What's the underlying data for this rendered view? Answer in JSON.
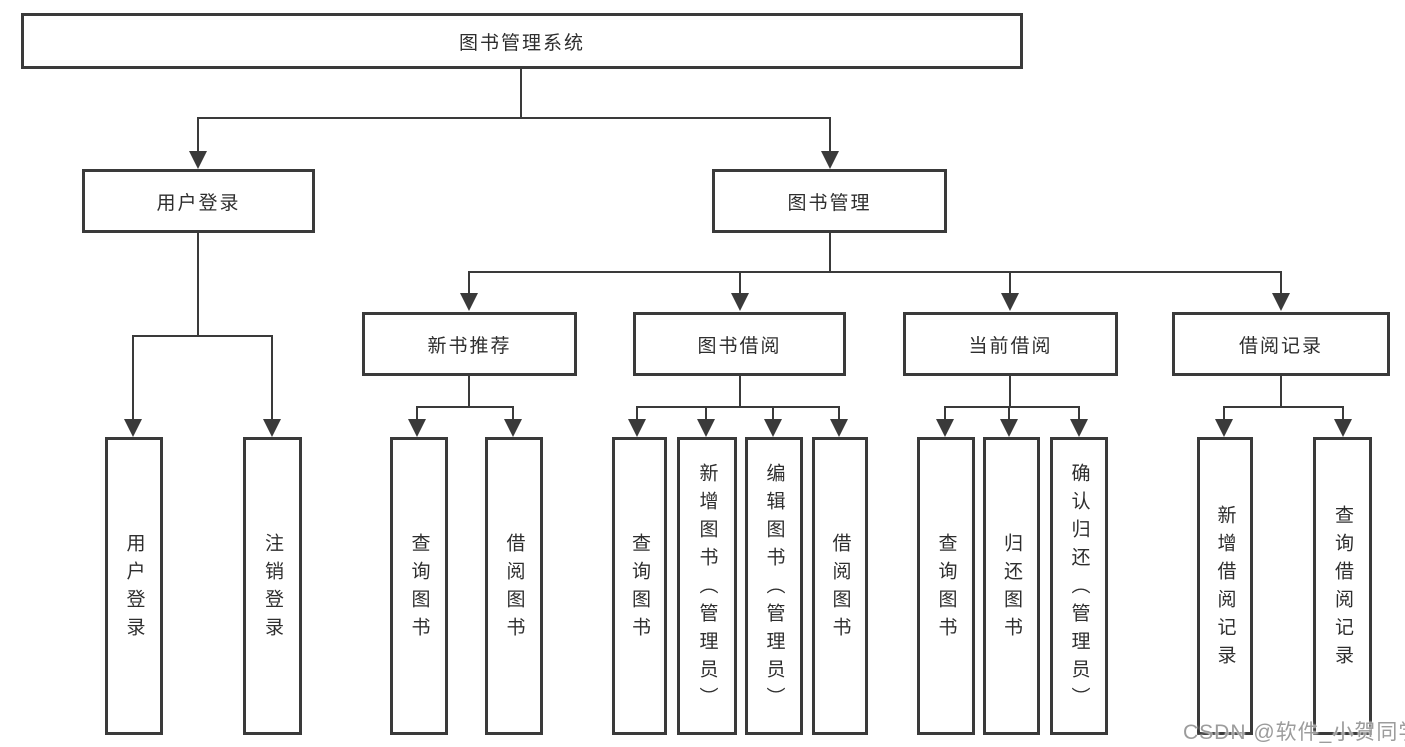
{
  "diagram": {
    "tree": {
      "root": {
        "label": "图书管理系统"
      },
      "branches": [
        {
          "label": "用户登录",
          "children": [
            {
              "label": "用户登录"
            },
            {
              "label": "注销登录"
            }
          ]
        },
        {
          "label": "图书管理",
          "children": [
            {
              "label": "新书推荐",
              "children": [
                {
                  "label": "查询图书"
                },
                {
                  "label": "借阅图书"
                }
              ]
            },
            {
              "label": "图书借阅",
              "children": [
                {
                  "label": "查询图书"
                },
                {
                  "label": "新增图书（管理员）"
                },
                {
                  "label": "编辑图书（管理员）"
                },
                {
                  "label": "借阅图书"
                }
              ]
            },
            {
              "label": "当前借阅",
              "children": [
                {
                  "label": "查询图书"
                },
                {
                  "label": "归还图书"
                },
                {
                  "label": "确认归还（管理员）"
                }
              ]
            },
            {
              "label": "借阅记录",
              "children": [
                {
                  "label": "新增借阅记录"
                },
                {
                  "label": "查询借阅记录"
                }
              ]
            }
          ]
        }
      ]
    },
    "colors": {
      "line": "#3a3a3a",
      "text": "#2e2e2e",
      "background": "#ffffff",
      "watermark": "#9c9c9c"
    }
  },
  "watermark": {
    "text": "CSDN @软件_小贺同学"
  }
}
